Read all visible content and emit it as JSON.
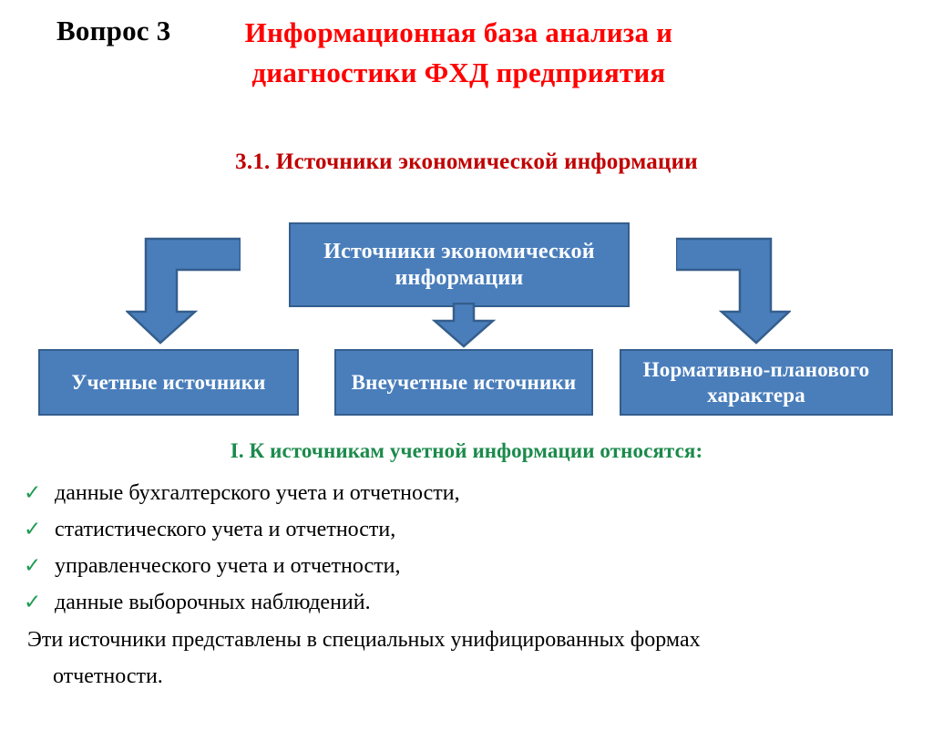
{
  "slide": {
    "background_color": "#FFFFFF",
    "title_label": "Вопрос 3",
    "title_main": "Информационная база анализа и диагностики ФХД предприятия",
    "title_color": "#FF0000",
    "subtitle": "3.1. Источники экономической информации",
    "subtitle_color": "#C00000"
  },
  "diagram": {
    "node_fill": "#4A7EBB",
    "node_border": "#345E8C",
    "node_text_color": "#FFFFFF",
    "root": {
      "label": "Источники экономической информации"
    },
    "children": [
      {
        "label": "Учетные источники"
      },
      {
        "label": "Внеучетные источники"
      },
      {
        "label": "Нормативно-планового характера"
      }
    ],
    "connectors": [
      {
        "name": "elbow-arrow-left",
        "direction": "down-left"
      },
      {
        "name": "straight-arrow-down",
        "direction": "down"
      },
      {
        "name": "elbow-arrow-right",
        "direction": "down-right"
      }
    ]
  },
  "content": {
    "heading": "I. К источникам учетной информации относятся:",
    "heading_color": "#1B8A4B",
    "bullet_marker": "✓",
    "bullet_marker_color": "#1F9B50",
    "bullets": [
      "данные бухгалтерского учета и отчетности,",
      "статистического учета и отчетности,",
      "управленческого учета и отчетности,",
      "данные выборочных наблюдений."
    ],
    "closing_line1": "Эти источники представлены в специальных унифицированных формах",
    "closing_line2": "отчетности."
  }
}
